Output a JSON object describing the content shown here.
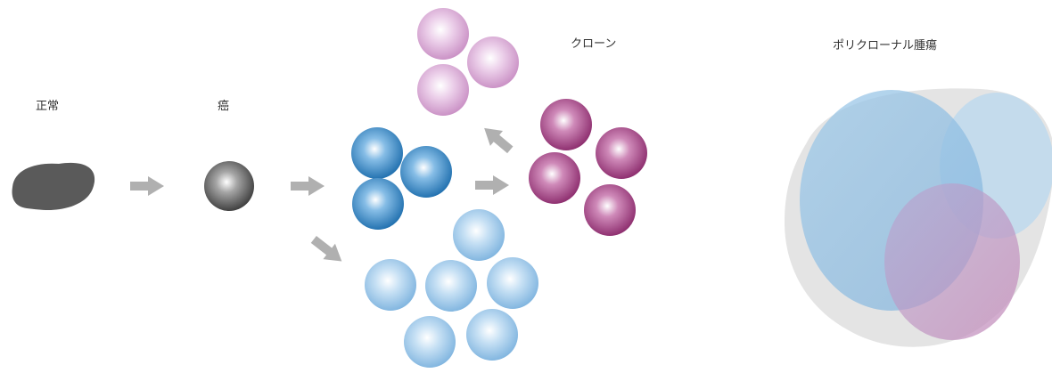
{
  "labels": {
    "normal": "正常",
    "cancer": "癌",
    "clone": "クローン",
    "polyclonal": "ポリクローナル腫瘍"
  },
  "colors": {
    "normal_tissue": "#5a5a5a",
    "cancer_cell": "#6b6b6b",
    "blue_clone": "#3a86c4",
    "light_blue_clone": "#8fc0e6",
    "purple_clone": "#a0407e",
    "pink_clone": "#d7a8d2",
    "arrow": "#b0b0b0"
  }
}
